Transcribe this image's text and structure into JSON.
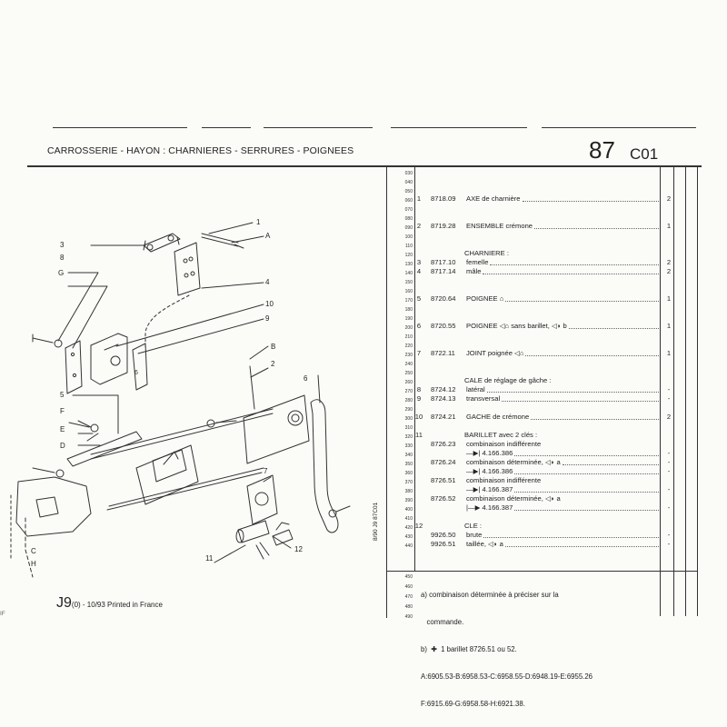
{
  "header": {
    "title": "CARROSSERIE - HAYON : CHARNIERES - SERRURES - POIGNEES",
    "page_number": "87",
    "page_code": "C01"
  },
  "line_numbers": [
    "030",
    "040",
    "050",
    "060",
    "070",
    "080",
    "090",
    "100",
    "110",
    "120",
    "130",
    "140",
    "150",
    "160",
    "170",
    "180",
    "190",
    "200",
    "210",
    "220",
    "230",
    "240",
    "250",
    "260",
    "270",
    "280",
    "290",
    "300",
    "310",
    "320",
    "330",
    "340",
    "350",
    "360",
    "370",
    "380",
    "390",
    "400",
    "410",
    "420",
    "430",
    "440"
  ],
  "footer_line_numbers": [
    "450",
    "460",
    "470",
    "480",
    "490"
  ],
  "rows": [
    {
      "ref": "1",
      "part": "8718.09",
      "desc": "AXE de charnière",
      "qty": "2",
      "line": "060"
    },
    {
      "ref": "2",
      "part": "8719.28",
      "desc": "ENSEMBLE crémone",
      "qty": "1",
      "line": "090"
    },
    {
      "ref": "",
      "part": "",
      "desc": "CHARNIERE :",
      "qty": "",
      "line": "120",
      "heading": true
    },
    {
      "ref": "3",
      "part": "8717.10",
      "desc": "femelle",
      "qty": "2",
      "line": "130"
    },
    {
      "ref": "4",
      "part": "8717.14",
      "desc": "mâle",
      "qty": "2",
      "line": "140"
    },
    {
      "ref": "5",
      "part": "8720.64",
      "desc": "POIGNEE ⌂",
      "qty": "1",
      "line": "170"
    },
    {
      "ref": "6",
      "part": "8720.55",
      "desc": "POIGNEE ◁⌂ sans barillet, ◁◗ b",
      "qty": "1",
      "line": "200"
    },
    {
      "ref": "7",
      "part": "8722.11",
      "desc": "JOINT poignée ◁⌂",
      "qty": "1",
      "line": "230"
    },
    {
      "ref": "",
      "part": "",
      "desc": "CALE de réglage de gâche :",
      "qty": "",
      "line": "260",
      "heading": true
    },
    {
      "ref": "8",
      "part": "8724.12",
      "desc": "latéral",
      "qty": "-",
      "line": "270"
    },
    {
      "ref": "9",
      "part": "8724.13",
      "desc": "transversal",
      "qty": "-",
      "line": "280"
    },
    {
      "ref": "10",
      "part": "8724.21",
      "desc": "GACHE de crémone",
      "qty": "2",
      "line": "300"
    },
    {
      "ref": "11",
      "part": "",
      "desc": "BARILLET avec 2 clés :",
      "qty": "",
      "line": "320",
      "heading": true
    },
    {
      "ref": "",
      "part": "8726.23",
      "desc": "combinaison indifférente",
      "qty": "",
      "line": "330"
    },
    {
      "ref": "",
      "part": "",
      "desc": "—▶| 4.166.386",
      "qty": "-",
      "line": "340"
    },
    {
      "ref": "",
      "part": "8726.24",
      "desc": "combinaison déterminée, ◁◗ a",
      "qty": "-",
      "line": "350"
    },
    {
      "ref": "",
      "part": "",
      "desc": "—▶| 4.166.386",
      "qty": "-",
      "line": "360"
    },
    {
      "ref": "",
      "part": "8726.51",
      "desc": "combinaison indifférente",
      "qty": "",
      "line": "370"
    },
    {
      "ref": "",
      "part": "",
      "desc": "—▶| 4.166.387",
      "qty": "-",
      "line": "380"
    },
    {
      "ref": "",
      "part": "8726.52",
      "desc": "combinaison déterminée, ◁◗ a",
      "qty": "",
      "line": "390"
    },
    {
      "ref": "",
      "part": "",
      "desc": "|—▶ 4.166.387",
      "qty": "-",
      "line": "400"
    },
    {
      "ref": "12",
      "part": "",
      "desc": "CLE :",
      "qty": "",
      "line": "420",
      "heading": true
    },
    {
      "ref": "",
      "part": "9926.50",
      "desc": "brute",
      "qty": "-",
      "line": "430"
    },
    {
      "ref": "",
      "part": "9926.51",
      "desc": "taillée, ◁◗ a",
      "qty": "-",
      "line": "440"
    }
  ],
  "notes": [
    "a) combinaison déterminée à préciser sur la",
    "   commande.",
    "b)  ✚  1 barillet 8726.51 ou 52.",
    "A:6905.53-B:6958.53-C:6958.55-D:6948.19-E:6955.26",
    "F:6915.69-G:6958.58-H:6921.38."
  ],
  "footer": {
    "code_main": "J9",
    "code_sub": "(0)",
    "print": " - 10/93 Printed in France",
    "vertical": "8/90  J9  87C01",
    "edge": "IF"
  },
  "callouts": [
    "3",
    "1",
    "A",
    "8",
    "4",
    "G",
    "10",
    "9",
    "B",
    "2",
    "6",
    "5",
    "F",
    "E",
    "D",
    "7",
    "C",
    "H",
    "11",
    "12"
  ]
}
